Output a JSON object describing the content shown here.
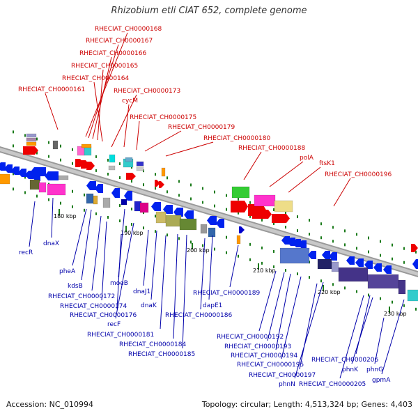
{
  "title": "Rhizobium etli CIAT 652, complete genome",
  "footer": {
    "accession": "Accession: NC_010994",
    "topology": "Topology: circular; Length: 4,513,324 bp; Genes: 4,403"
  },
  "colors": {
    "upper_label": "#cc0000",
    "lower_label": "#0000aa",
    "backbone": "#888888"
  },
  "scale_ticks": [
    "180 kbp",
    "190 kbp",
    "200 kbp",
    "210 kbp",
    "220 kbp",
    "230 kbp"
  ],
  "upper_genes": [
    "RHECIAT_CH0000168",
    "RHECIAT_CH0000167",
    "RHECIAT_CH0000166",
    "RHECIAT_CH0000165",
    "RHECIAT_CH0000164",
    "RHECIAT_CH0000161",
    "RHECIAT_CH0000173",
    "cycM",
    "RHECIAT_CH0000175",
    "RHECIAT_CH0000179",
    "RHECIAT_CH0000180",
    "RHECIAT_CH0000188",
    "polA",
    "ftsK1",
    "RHECIAT_CH0000196"
  ],
  "lower_genes": [
    "recR",
    "dnaX",
    "pheA",
    "kdsB",
    "RHECIAT_CH0000172",
    "moeB",
    "RHECIAT_CH0000174",
    "dnaJ1",
    "dnaK",
    "RHECIAT_CH0000176",
    "recF",
    "RHECIAT_CH0000189",
    "dapE1",
    "RHECIAT_CH0000186",
    "RHECIAT_CH0000181",
    "RHECIAT_CH0000184",
    "RHECIAT_CH0000185",
    "RHECIAT_CH0000192",
    "RHECIAT_CH0000193",
    "RHECIAT_CH0000194",
    "RHECIAT_CH0000195",
    "RHECIAT_CH0000197",
    "phnN",
    "RHECIAT_CH0000205",
    "RHECIAT_CH0000206",
    "phnK",
    "phnG",
    "gpmA"
  ]
}
